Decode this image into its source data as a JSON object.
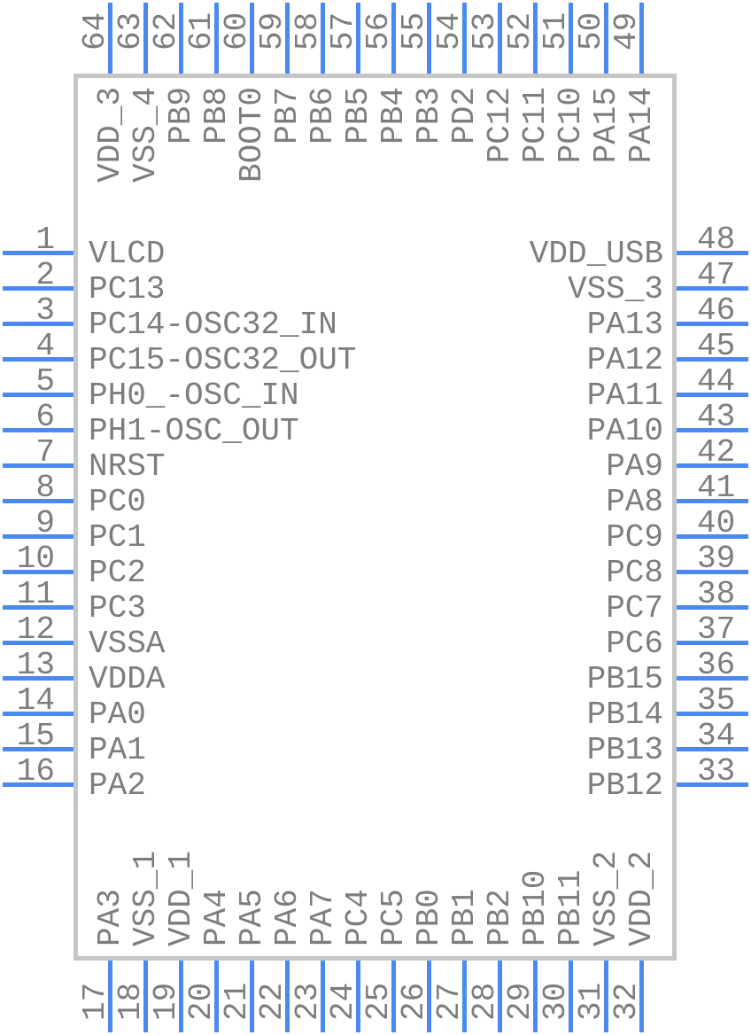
{
  "component": {
    "description": "64-pin IC schematic symbol, quad sides, numbered pins with blue pin stubs",
    "sides": {
      "top": {
        "pins": [
          {
            "number": "64",
            "name": "VDD_3"
          },
          {
            "number": "63",
            "name": "VSS_4"
          },
          {
            "number": "62",
            "name": "PB9"
          },
          {
            "number": "61",
            "name": "PB8"
          },
          {
            "number": "60",
            "name": "BOOT0"
          },
          {
            "number": "59",
            "name": "PB7"
          },
          {
            "number": "58",
            "name": "PB6"
          },
          {
            "number": "57",
            "name": "PB5"
          },
          {
            "number": "56",
            "name": "PB4"
          },
          {
            "number": "55",
            "name": "PB3"
          },
          {
            "number": "54",
            "name": "PD2"
          },
          {
            "number": "53",
            "name": "PC12"
          },
          {
            "number": "52",
            "name": "PC11"
          },
          {
            "number": "51",
            "name": "PC10"
          },
          {
            "number": "50",
            "name": "PA15"
          },
          {
            "number": "49",
            "name": "PA14"
          }
        ]
      },
      "left": {
        "pins": [
          {
            "number": "1",
            "name": "VLCD"
          },
          {
            "number": "2",
            "name": "PC13"
          },
          {
            "number": "3",
            "name": "PC14-OSC32_IN"
          },
          {
            "number": "4",
            "name": "PC15-OSC32_OUT"
          },
          {
            "number": "5",
            "name": "PH0_-OSC_IN"
          },
          {
            "number": "6",
            "name": "PH1-OSC_OUT"
          },
          {
            "number": "7",
            "name": "NRST"
          },
          {
            "number": "8",
            "name": "PC0"
          },
          {
            "number": "9",
            "name": "PC1"
          },
          {
            "number": "10",
            "name": "PC2"
          },
          {
            "number": "11",
            "name": "PC3"
          },
          {
            "number": "12",
            "name": "VSSA"
          },
          {
            "number": "13",
            "name": "VDDA"
          },
          {
            "number": "14",
            "name": "PA0"
          },
          {
            "number": "15",
            "name": "PA1"
          },
          {
            "number": "16",
            "name": "PA2"
          }
        ]
      },
      "right": {
        "pins": [
          {
            "number": "48",
            "name": "VDD_USB"
          },
          {
            "number": "47",
            "name": "VSS_3"
          },
          {
            "number": "46",
            "name": "PA13"
          },
          {
            "number": "45",
            "name": "PA12"
          },
          {
            "number": "44",
            "name": "PA11"
          },
          {
            "number": "43",
            "name": "PA10"
          },
          {
            "number": "42",
            "name": "PA9"
          },
          {
            "number": "41",
            "name": "PA8"
          },
          {
            "number": "40",
            "name": "PC9"
          },
          {
            "number": "39",
            "name": "PC8"
          },
          {
            "number": "38",
            "name": "PC7"
          },
          {
            "number": "37",
            "name": "PC6"
          },
          {
            "number": "36",
            "name": "PB15"
          },
          {
            "number": "35",
            "name": "PB14"
          },
          {
            "number": "34",
            "name": "PB13"
          },
          {
            "number": "33",
            "name": "PB12"
          }
        ]
      },
      "bottom": {
        "pins": [
          {
            "number": "17",
            "name": "PA3"
          },
          {
            "number": "18",
            "name": "VSS_1"
          },
          {
            "number": "19",
            "name": "VDD_1"
          },
          {
            "number": "20",
            "name": "PA4"
          },
          {
            "number": "21",
            "name": "PA5"
          },
          {
            "number": "22",
            "name": "PA6"
          },
          {
            "number": "23",
            "name": "PA7"
          },
          {
            "number": "24",
            "name": "PC4"
          },
          {
            "number": "25",
            "name": "PC5"
          },
          {
            "number": "26",
            "name": "PB0"
          },
          {
            "number": "27",
            "name": "PB1"
          },
          {
            "number": "28",
            "name": "PB2"
          },
          {
            "number": "29",
            "name": "PB10"
          },
          {
            "number": "30",
            "name": "PB11"
          },
          {
            "number": "31",
            "name": "VSS_2"
          },
          {
            "number": "32",
            "name": "VDD_2"
          }
        ]
      }
    }
  },
  "colors": {
    "pin_line": "#4a89f2",
    "text": "#7d7d7d",
    "border": "#c6c6c6",
    "bg": "#ffffff"
  }
}
